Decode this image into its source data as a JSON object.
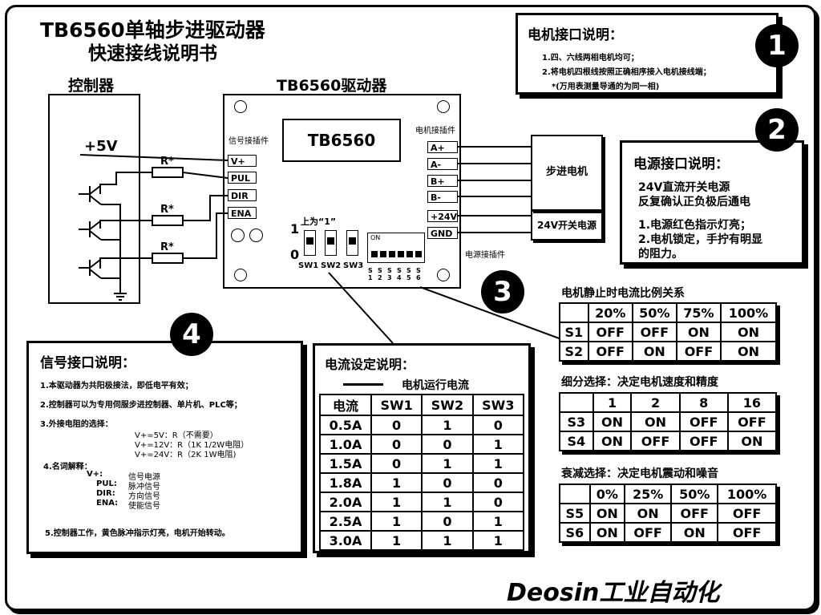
{
  "title": {
    "line1": "TB6560单轴步进驱动器",
    "line2": "快速接线说明书"
  },
  "controller": {
    "label": "控制器",
    "vplus": "+5V",
    "resistor": "R*"
  },
  "driver": {
    "label": "TB6560驱动器",
    "chip": "TB6560",
    "signal_header": "信号接插件",
    "motor_header": "电机接插件",
    "power_header": "电源接插件",
    "signal_pins": [
      "V+",
      "PUL",
      "DIR",
      "ENA"
    ],
    "motor_pins": [
      "A+",
      "A-",
      "B+",
      "B-"
    ],
    "power_pins": [
      "+24V",
      "GND"
    ],
    "switch_note": "上为“1”",
    "one": "1",
    "zero": "0",
    "sw_labels": [
      "SW1",
      "SW2",
      "SW3"
    ],
    "dip_on": "ON",
    "dip_labels": [
      "S1",
      "S2",
      "S3",
      "S4",
      "S5",
      "S6"
    ]
  },
  "stepper_motor": "步进电机",
  "power_supply": "24V开关电源",
  "section1": {
    "num": "1",
    "title": "电机接口说明：",
    "lines": [
      "1.四、六线两相电机均可；",
      "2.将电机四根线按照正确相序接入电机接线端；",
      "*(万用表测量导通的为同一相)"
    ]
  },
  "section2": {
    "num": "2",
    "title": "电源接口说明：",
    "lines": [
      "24V直流开关电源",
      "反复确认正负极后通电",
      "1.电源红色指示灯亮；",
      "2.电机锁定，手拧有明显",
      "的阻力。"
    ]
  },
  "section3": {
    "num": "3",
    "table1": {
      "title": "电机静止时电流比例关系",
      "header": [
        "",
        "20%",
        "50%",
        "75%",
        "100%"
      ],
      "rows": [
        [
          "S1",
          "OFF",
          "OFF",
          "ON",
          "ON"
        ],
        [
          "S2",
          "OFF",
          "ON",
          "OFF",
          "ON"
        ]
      ]
    },
    "table2": {
      "title": "细分选择：决定电机速度和精度",
      "header": [
        "",
        "1",
        "2",
        "8",
        "16"
      ],
      "rows": [
        [
          "S3",
          "ON",
          "ON",
          "OFF",
          "OFF"
        ],
        [
          "S4",
          "ON",
          "OFF",
          "OFF",
          "ON"
        ]
      ]
    },
    "table3": {
      "title": "衰减选择：决定电机震动和噪音",
      "header": [
        "",
        "0%",
        "25%",
        "50%",
        "100%"
      ],
      "rows": [
        [
          "S5",
          "ON",
          "ON",
          "OFF",
          "OFF"
        ],
        [
          "S6",
          "ON",
          "OFF",
          "ON",
          "OFF"
        ]
      ]
    }
  },
  "section4": {
    "num": "4",
    "title": "信号接口说明：",
    "lines": [
      "1.本驱动器为共阳极接法，即低电平有效；",
      "2.控制器可以为专用伺服步进控制器、单片机、PLC等；",
      "3.外接电阻的选择："
    ],
    "res": [
      "V+=5V：R（不需要）",
      "V+=12V：R（1K 1/2W电阻）",
      "V+=24V：R（2K 1W电阻)"
    ],
    "terms_title": "4.名词解释：",
    "terms": [
      [
        "V+:",
        "信号电源"
      ],
      [
        "PUL:",
        "脉冲信号"
      ],
      [
        "DIR:",
        "方向信号"
      ],
      [
        "ENA:",
        "使能信号"
      ]
    ],
    "last": "5.控制器工作，黄色脉冲指示灯亮，电机开始转动。"
  },
  "current": {
    "title": "电流设定说明：",
    "legend": "电机运行电流",
    "header": [
      "电流",
      "SW1",
      "SW2",
      "SW3"
    ],
    "rows": [
      [
        "0.5A",
        "0",
        "1",
        "0"
      ],
      [
        "1.0A",
        "0",
        "0",
        "1"
      ],
      [
        "1.5A",
        "0",
        "1",
        "1"
      ],
      [
        "1.8A",
        "1",
        "0",
        "0"
      ],
      [
        "2.0A",
        "1",
        "1",
        "0"
      ],
      [
        "2.5A",
        "1",
        "0",
        "1"
      ],
      [
        "3.0A",
        "1",
        "1",
        "1"
      ]
    ]
  },
  "brand": "Deosin工业自动化"
}
